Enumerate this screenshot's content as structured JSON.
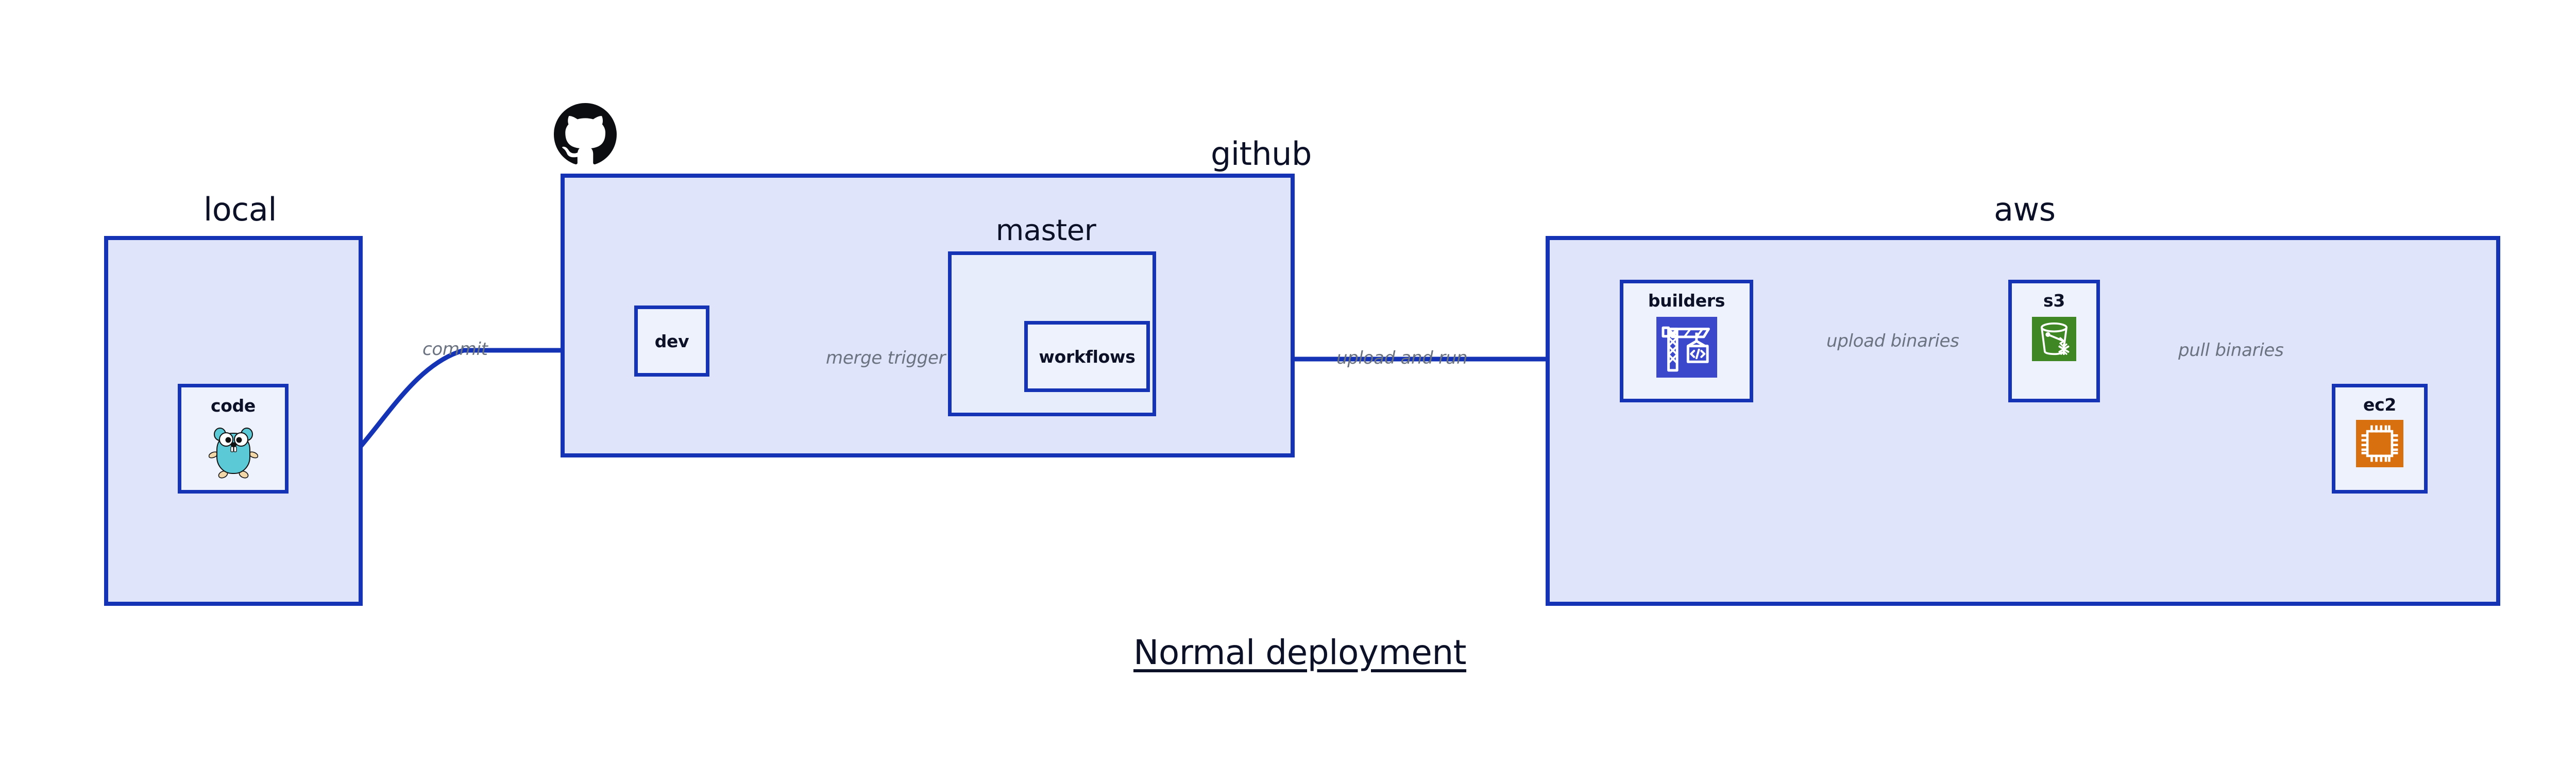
{
  "diagram": {
    "title": "Normal deployment",
    "accent_color": "#1434b5",
    "zone_fill": "#dfe4fa",
    "group_fill": "#e8edfb",
    "node_fill": "#eef2fc",
    "label_color": "#0d1128",
    "edge_label_color": "#6b7280"
  },
  "zones": [
    {
      "id": "local",
      "label": "local",
      "nodes": [
        {
          "id": "code",
          "label": "code",
          "icon": "go-gopher-icon"
        }
      ]
    },
    {
      "id": "github",
      "label": "github",
      "logo": "github-octocat-icon",
      "nodes": [
        {
          "id": "dev",
          "label": "dev",
          "icon": "none"
        }
      ],
      "groups": [
        {
          "id": "master",
          "label": "master",
          "nodes": [
            {
              "id": "workflows",
              "label": "workflows",
              "icon": "none"
            }
          ]
        }
      ]
    },
    {
      "id": "aws",
      "label": "aws",
      "nodes": [
        {
          "id": "builders",
          "label": "builders",
          "icon": "aws-codebuild-crane-icon",
          "icon_color": "#3b48cc"
        },
        {
          "id": "s3",
          "label": "s3",
          "icon": "aws-s3-bucket-icon",
          "icon_color": "#3f8624"
        },
        {
          "id": "ec2",
          "label": "ec2",
          "icon": "aws-ec2-chip-icon",
          "icon_color": "#d9700f"
        }
      ]
    }
  ],
  "edges": [
    {
      "id": "code-to-dev",
      "label": "commit",
      "from": "code",
      "to": "dev"
    },
    {
      "id": "dev-to-workflows",
      "label": "merge trigger",
      "from": "dev",
      "to": "workflows"
    },
    {
      "id": "workflows-to-builders",
      "label": "upload and run",
      "from": "workflows",
      "to": "builders"
    },
    {
      "id": "builders-to-s3",
      "label": "upload binaries",
      "from": "builders",
      "to": "s3"
    },
    {
      "id": "s3-to-ec2",
      "label": "pull binaries",
      "from": "s3",
      "to": "ec2"
    }
  ]
}
